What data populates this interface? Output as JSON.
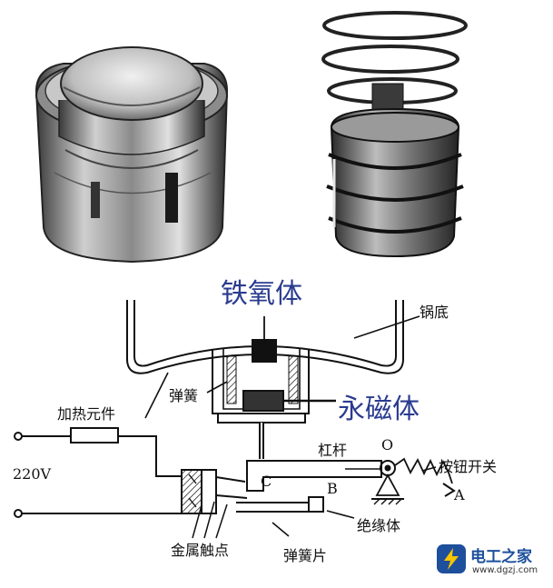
{
  "labels": {
    "ferrite": "铁氧体",
    "pot_bottom": "锅底",
    "spring": "弹簧",
    "magnet": "永磁体",
    "heater": "加热元件",
    "voltage": "220V",
    "lever": "杠杆",
    "point_o": "O",
    "button_switch": "按钮开关",
    "point_c": "C",
    "point_b": "B",
    "point_a": "A",
    "insulator": "绝缘体",
    "metal_contact": "金属触点",
    "spring_strip": "弹簧片"
  },
  "watermark": {
    "name": "电工之家",
    "url": "www.dgzj.com"
  },
  "colors": {
    "callout_text": "#2a3b8f",
    "watermark_brand": "#1d4f9c",
    "line": "#111111"
  }
}
